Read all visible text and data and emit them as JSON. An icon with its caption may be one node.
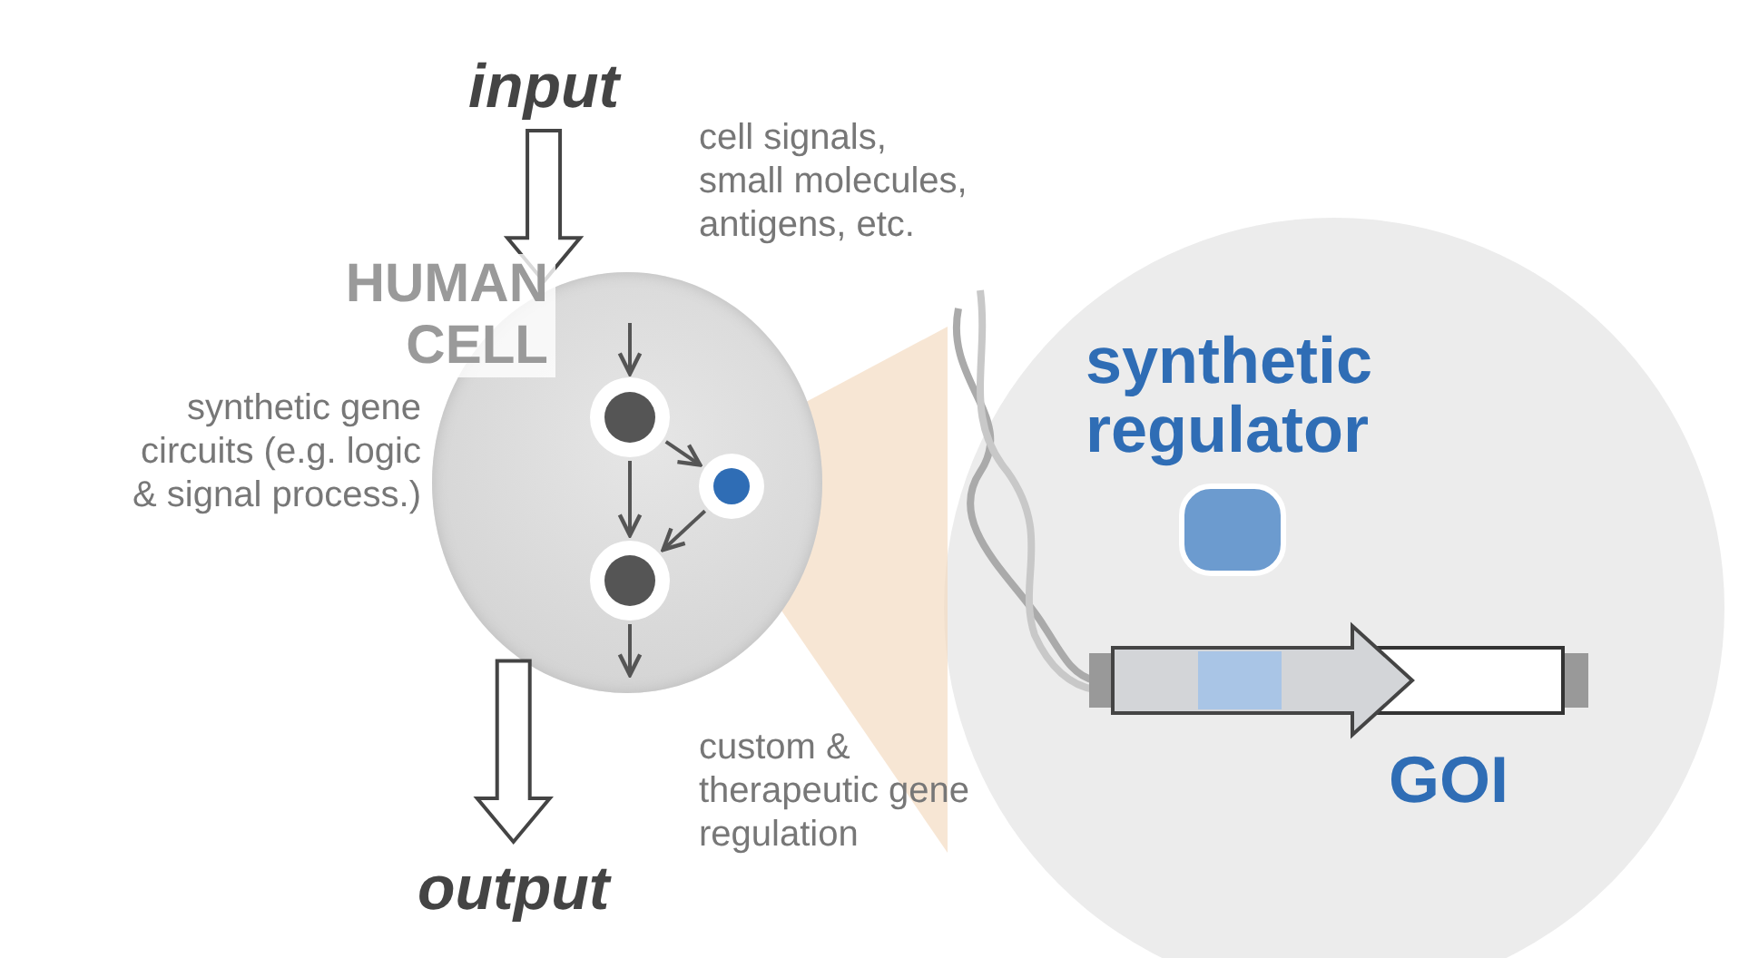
{
  "diagram": {
    "nodes": [
      {
        "text": [
          "input"
        ]
      },
      {
        "text": [
          "HUMAN CELL"
        ]
      },
      {
        "text": [],
        "shape": "circle",
        "in": 1
      },
      {
        "text": [],
        "shape": "circle",
        "in": 1
      },
      {
        "text": [],
        "shape": "circle",
        "in": 1
      },
      {
        "text": [
          "output"
        ]
      }
    ],
    "edges": [
      {
        "from": 0,
        "to": 1,
        "arrow": "to",
        "style": "thick"
      },
      {
        "from": null,
        "to": 2,
        "arrow": "to"
      },
      {
        "from": 2,
        "to": 4,
        "arrow": "to"
      },
      {
        "from": 2,
        "to": 3,
        "arrow": "to"
      },
      {
        "from": 3,
        "to": 4,
        "arrow": "to"
      },
      {
        "from": 4,
        "to": null,
        "arrow": "to"
      },
      {
        "from": 1,
        "to": 5,
        "arrow": "to",
        "style": "thick"
      }
    ],
    "labels": [
      "cell signals, small molecules, antigens, etc.",
      "synthetic gene circuits (e.g. logic & signal process.)",
      "synthetic regulator",
      "custom & therapeutic gene regulation",
      "GOI"
    ]
  }
}
